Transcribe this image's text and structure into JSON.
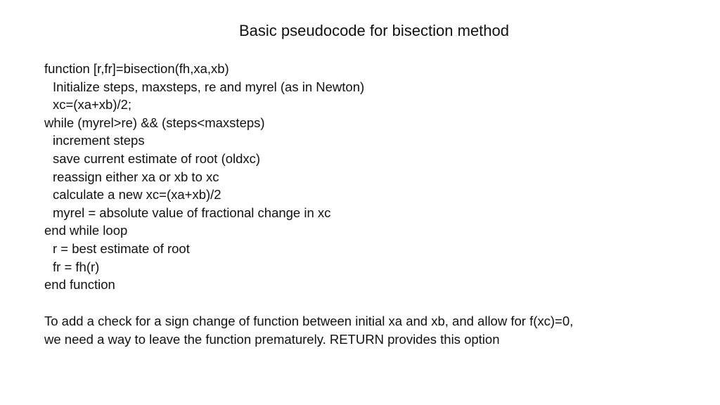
{
  "slide": {
    "title": "Basic pseudocode for bisection method",
    "code_lines": [
      "function [r,fr]=bisection(fh,xa,xb)",
      "Initialize steps, maxsteps, re and myrel (as in Newton)",
      "xc=(xa+xb)/2;",
      "while (myrel>re) && (steps<maxsteps)",
      "increment steps",
      "save current estimate of root (oldxc)",
      "reassign either xa or xb to xc",
      "calculate a new xc=(xa+xb)/2",
      "myrel = absolute value of fractional change in xc",
      "end while loop",
      "r = best estimate of root",
      "fr = fh(r)",
      "end function"
    ],
    "note_lines": [
      "To add a check for a sign change of function between initial xa and xb, and allow for f(xc)=0,",
      "we need a way to leave the function prematurely. RETURN provides this option"
    ]
  }
}
